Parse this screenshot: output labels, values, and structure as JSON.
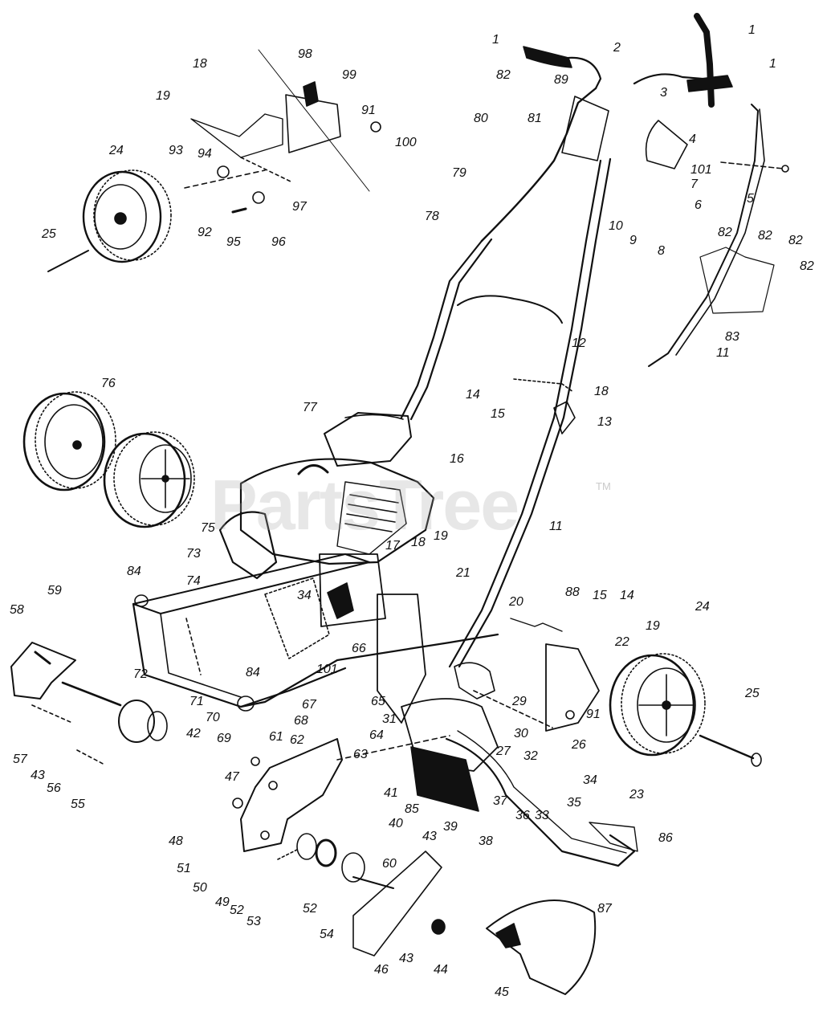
{
  "watermark": {
    "text": "PartsTree",
    "trademark": "TM"
  },
  "colors": {
    "ink": "#111111",
    "paper": "#ffffff",
    "watermark": "#aaaaaa"
  },
  "callouts": [
    "1",
    "1",
    "1",
    "2",
    "82",
    "89",
    "18",
    "98",
    "99",
    "19",
    "3",
    "91",
    "100",
    "80",
    "81",
    "4",
    "101",
    "7",
    "93",
    "94",
    "24",
    "79",
    "5",
    "6",
    "97",
    "78",
    "10",
    "9",
    "8",
    "25",
    "92",
    "95",
    "96",
    "82",
    "82",
    "82",
    "82",
    "83",
    "11",
    "12",
    "76",
    "14",
    "18",
    "77",
    "15",
    "13",
    "16",
    "75",
    "11",
    "73",
    "17",
    "18",
    "19",
    "84",
    "74",
    "59",
    "21",
    "34",
    "20",
    "88",
    "15",
    "14",
    "24",
    "58",
    "19",
    "22",
    "66",
    "101",
    "72",
    "84",
    "65",
    "25",
    "71",
    "67",
    "29",
    "91",
    "70",
    "68",
    "31",
    "42",
    "69",
    "61",
    "62",
    "64",
    "30",
    "26",
    "27",
    "63",
    "32",
    "57",
    "43",
    "56",
    "55",
    "47",
    "41",
    "34",
    "23",
    "85",
    "37",
    "36",
    "33",
    "35",
    "40",
    "39",
    "43",
    "86",
    "48",
    "38",
    "51",
    "60",
    "50",
    "49",
    "52",
    "53",
    "52",
    "87",
    "54",
    "43",
    "46",
    "44",
    "45"
  ]
}
